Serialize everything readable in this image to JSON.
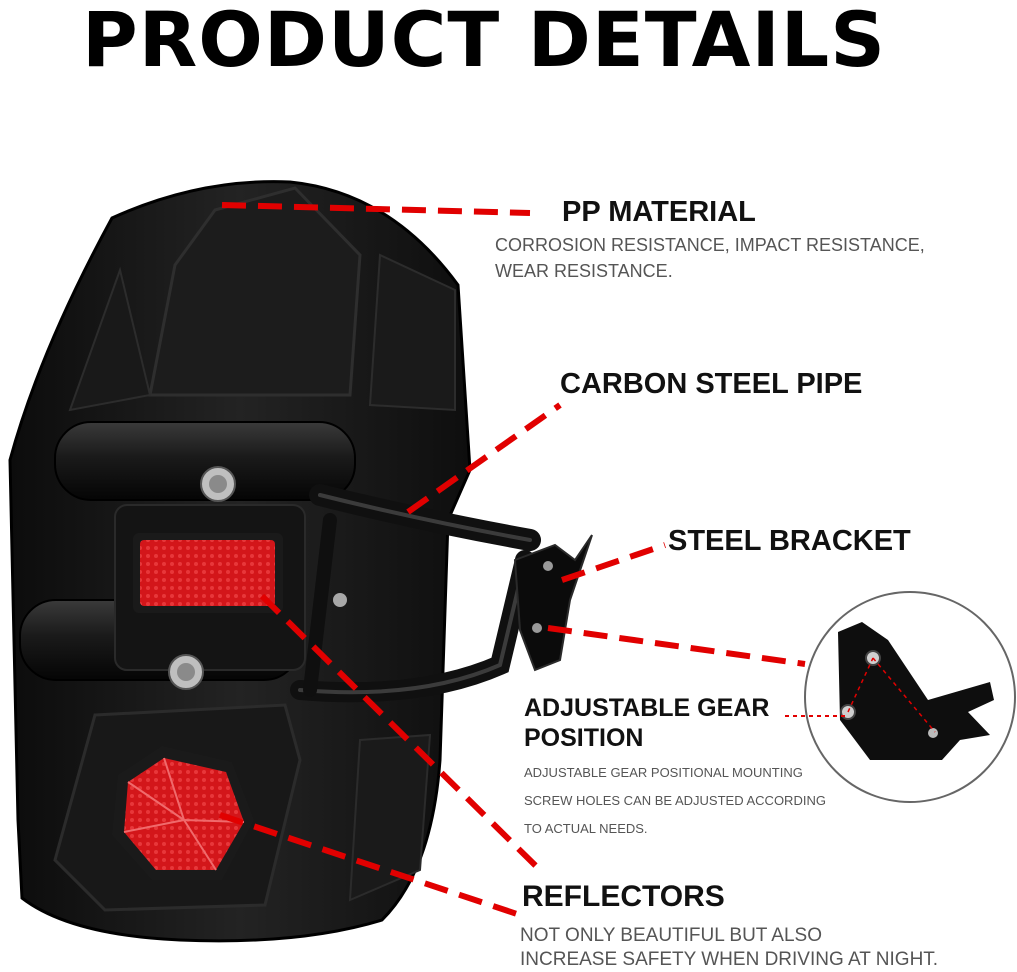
{
  "title": "PRODUCT DETAILS",
  "colors": {
    "leader": "#e10000",
    "body": "#151515",
    "reflector": "#d8171b"
  },
  "features": {
    "pp_material": {
      "heading": "PP MATERIAL",
      "desc_1": "CORROSION RESISTANCE, IMPACT RESISTANCE,",
      "desc_2": "WEAR RESISTANCE."
    },
    "carbon_steel_pipe": {
      "heading": "CARBON STEEL PIPE"
    },
    "steel_bracket": {
      "heading": "STEEL BRACKET"
    },
    "adjustable_gear": {
      "heading_1": "ADJUSTABLE GEAR",
      "heading_2": "POSITION",
      "desc_1": "ADJUSTABLE GEAR POSITIONAL MOUNTING",
      "desc_2": "SCREW HOLES CAN BE ADJUSTED ACCORDING",
      "desc_3": "TO ACTUAL NEEDS."
    },
    "reflectors": {
      "heading": "REFLECTORS",
      "desc_1": "NOT ONLY BEAUTIFUL BUT ALSO",
      "desc_2": "INCREASE SAFETY WHEN DRIVING AT NIGHT."
    }
  }
}
